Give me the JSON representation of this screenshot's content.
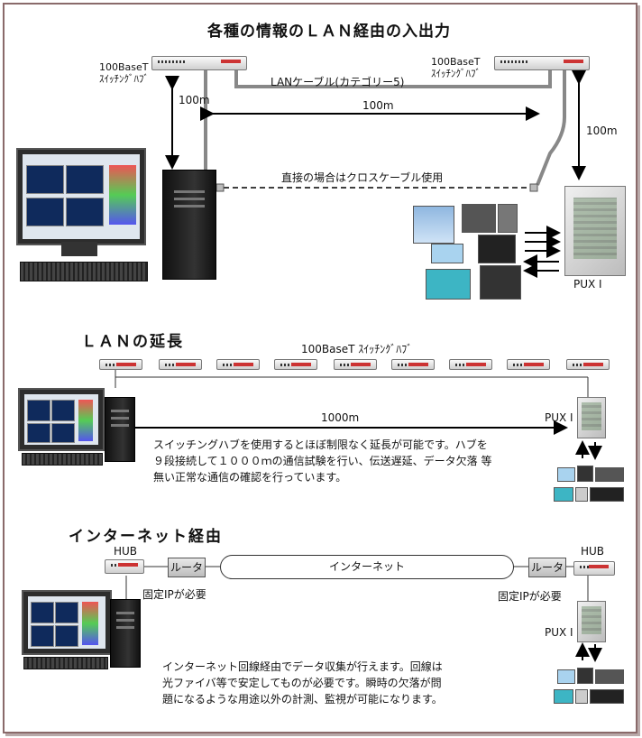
{
  "title": "各種の情報のＬＡＮ経由の入出力",
  "section1": {
    "switch_left_label": "100BaseT\nｽｲｯﾁﾝｸﾞﾊﾌﾞ",
    "switch_right_label": "100BaseT\nｽｲｯﾁﾝｸﾞﾊﾌﾞ",
    "cable_label": "LANケーブル(カテゴリー5)",
    "dist_left": "100m",
    "dist_mid": "100m",
    "dist_right": "100m",
    "cross_label": "直接の場合はクロスケーブル使用",
    "pux_label": "PUX I"
  },
  "section2": {
    "heading": "ＬＡＮの延長",
    "switch_label": "100BaseT ｽｲｯﾁﾝｸﾞﾊﾌﾞ",
    "distance": "1000m",
    "pux_label": "PUX I",
    "desc": [
      "スイッチングハブを使用するとほぼ制限なく延長が可能です。ハブを",
      "９段接続して１０００ｍの通信試験を行い、伝送遅延、データ欠落 等",
      "無い正常な通信の確認を行っています。"
    ]
  },
  "section3": {
    "heading": "インターネット経由",
    "hub_left": "HUB",
    "hub_right": "HUB",
    "router_left": "ルータ",
    "router_right": "ルータ",
    "internet": "インターネット",
    "ip_left": "固定IPが必要",
    "ip_right": "固定IPが必要",
    "pux_label": "PUX I",
    "desc": [
      "インターネット回線経由でデータ収集が行えます。回線は",
      "光ファイバ等で安定してものが必要です。瞬時の欠落が問",
      "題になるような用途以外の計測、監視が可能になります。"
    ]
  }
}
